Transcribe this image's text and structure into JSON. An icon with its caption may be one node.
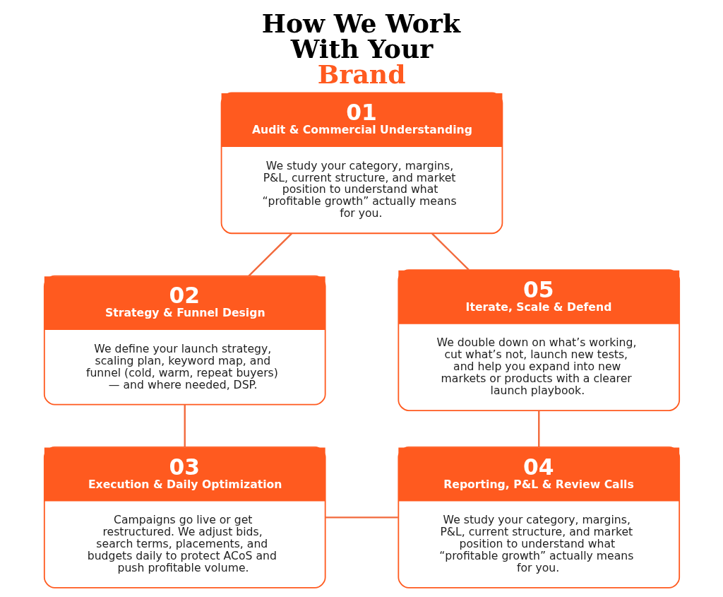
{
  "diagram": {
    "title": "How We Work With Your Brand",
    "nodes": [
      {
        "text": [
          "01",
          "Audit & Commercial Understanding",
          "We study your category, margins, P&L, current structure, and market position to understand what “profitable growth” actually means for you."
        ]
      },
      {
        "text": [
          "02",
          "Strategy & Funnel Design",
          "We define your launch strategy, scaling plan, keyword map, and funnel (cold, warm, repeat buyers) — and where needed, DSP."
        ]
      },
      {
        "text": [
          "03",
          "Execution & Daily Optimization",
          "Campaigns go live or get restructured. We adjust bids, search terms, placements, and budgets daily to protect ACoS and push profitable volume."
        ]
      },
      {
        "text": [
          "04",
          "Reporting, P&L & Review Calls",
          "We study your category, margins, P&L, current structure, and market position to understand what “profitable growth” actually means for you."
        ]
      },
      {
        "text": [
          "05",
          "Iterate, Scale & Defend",
          "We double down on what’s working, cut what’s not, launch new tests, and help you expand into new markets or products with a clearer launch playbook."
        ]
      }
    ],
    "edges": [
      {
        "from": 0,
        "to": 1,
        "arrow": "none"
      },
      {
        "from": 1,
        "to": 2,
        "arrow": "none"
      },
      {
        "from": 2,
        "to": 3,
        "arrow": "none"
      },
      {
        "from": 4,
        "to": 3,
        "arrow": "none"
      },
      {
        "from": 0,
        "to": 4,
        "arrow": "none"
      }
    ]
  }
}
